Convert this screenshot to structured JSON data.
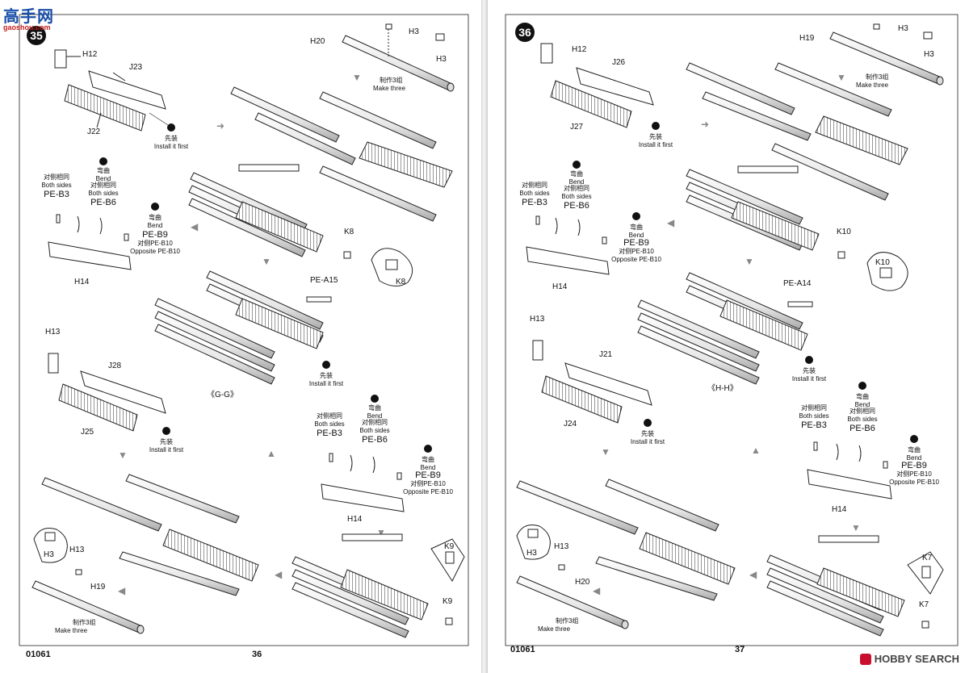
{
  "watermark": {
    "logo_text": "高手网",
    "url_text": "gaoshou.com"
  },
  "hobby_search": {
    "text": "HOBBY SEARCH"
  },
  "left_page": {
    "step": "35",
    "catalog_no": "01061",
    "page_no": "36",
    "section": "《G-G》",
    "labels": {
      "h12": "H12",
      "j23": "J23",
      "j22": "J22",
      "h20": "H20",
      "h3a": "H3",
      "h3b": "H3",
      "make_three_cn": "制作3组",
      "make_three_en": "Make three",
      "install_cn": "先装",
      "install_en": "Install it first",
      "both_cn": "对侧相同",
      "both_en": "Both sides",
      "pe_b3": "PE-B3",
      "bend_cn": "弯曲",
      "bend_en": "Bend",
      "pe_b6": "PE-B6",
      "pe_b9": "PE-B9",
      "opp_cn": "对侧PE-B10",
      "opp_en": "Opposite PE-B10",
      "h14": "H14",
      "k8a": "K8",
      "k8b": "K8",
      "pe_a15": "PE-A15",
      "h13": "H13",
      "j28": "J28",
      "j25": "J25",
      "h13b": "H13",
      "h3c": "H3",
      "h19": "H19",
      "k9a": "K9",
      "k9b": "K9",
      "h14b": "H14"
    }
  },
  "right_page": {
    "step": "36",
    "catalog_no": "01061",
    "page_no": "37",
    "section": "《H-H》",
    "labels": {
      "h12": "H12",
      "j26": "J26",
      "j27": "J27",
      "h19": "H19",
      "h3a": "H3",
      "h3b": "H3",
      "make_three_cn": "制作3组",
      "make_three_en": "Make three",
      "install_cn": "先装",
      "install_en": "Install it first",
      "both_cn": "对侧相同",
      "both_en": "Both sides",
      "pe_b3": "PE-B3",
      "bend_cn": "弯曲",
      "bend_en": "Bend",
      "pe_b6": "PE-B6",
      "pe_b9": "PE-B9",
      "opp_cn": "对侧PE-B10",
      "opp_en": "Opposite PE-B10",
      "h14": "H14",
      "k10a": "K10",
      "k10b": "K10",
      "pe_a14": "PE-A14",
      "h13": "H13",
      "j21": "J21",
      "j24": "J24",
      "h13b": "H13",
      "h3c": "H3",
      "h20": "H20",
      "k7a": "K7",
      "k7b": "K7",
      "h14b": "H14"
    }
  }
}
